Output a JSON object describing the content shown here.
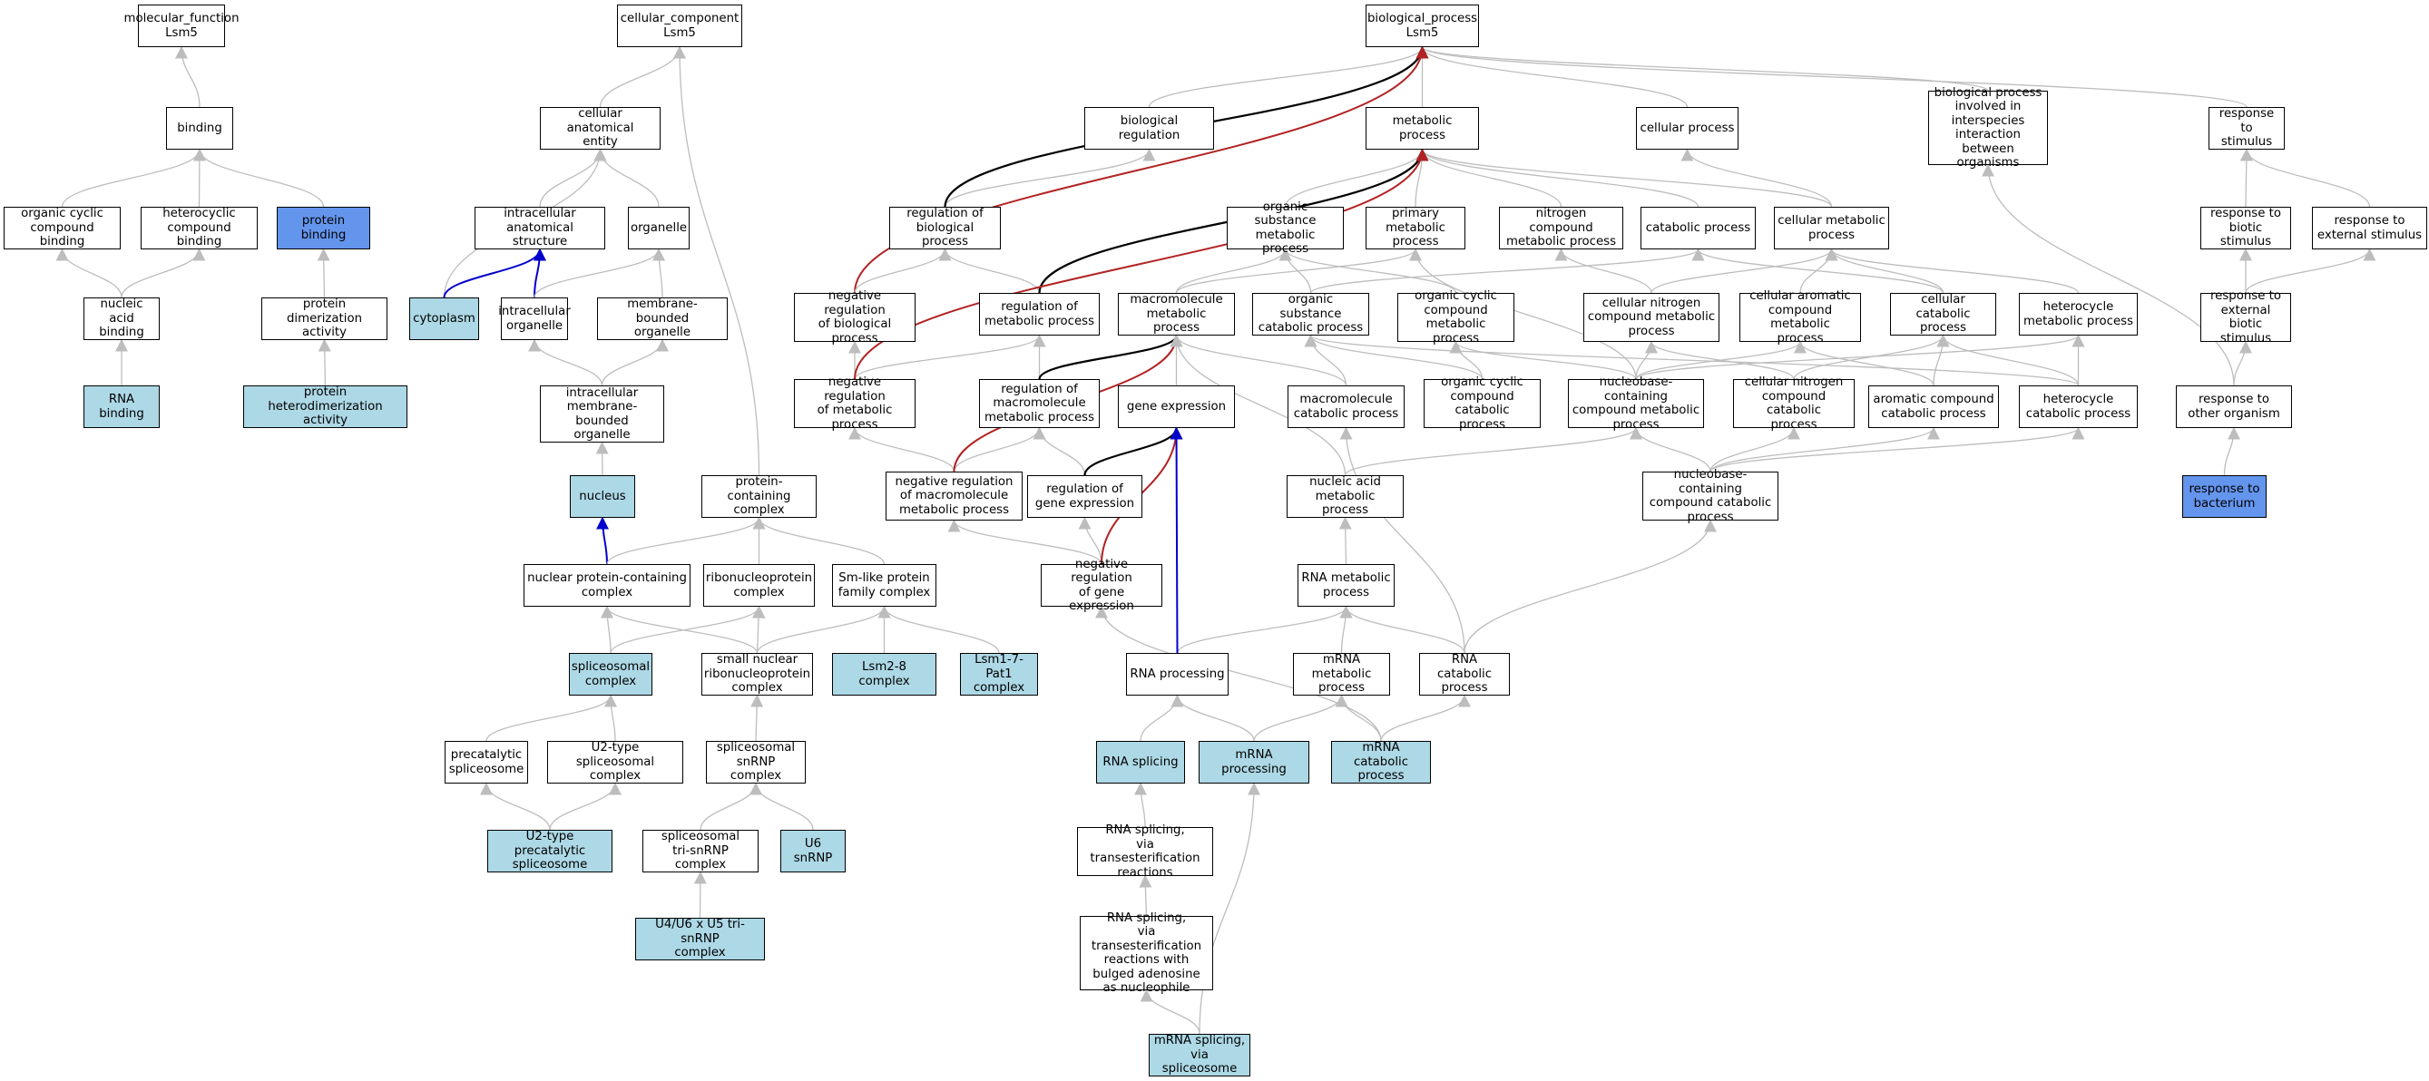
{
  "colors": {
    "node_fill": "#ffffff",
    "annotated_fill": "#add8e6",
    "direct_fill": "#6495ed",
    "border": "#000000",
    "is_a_edge": "#bdbdbd",
    "regulates_edge": "#000000",
    "negatively_regulates_edge": "#b22222",
    "part_of_edge": "#0000cd"
  },
  "nodes": [
    {
      "id": "mf",
      "label": "molecular_function\nLsm5",
      "style": "plain"
    },
    {
      "id": "binding",
      "label": "binding",
      "style": "plain"
    },
    {
      "id": "ocb",
      "label": "organic cyclic\ncompound binding",
      "style": "plain"
    },
    {
      "id": "hcb",
      "label": "heterocyclic\ncompound binding",
      "style": "plain"
    },
    {
      "id": "protbind",
      "label": "protein binding",
      "style": "direct"
    },
    {
      "id": "nab",
      "label": "nucleic acid\nbinding",
      "style": "plain"
    },
    {
      "id": "pda",
      "label": "protein dimerization\nactivity",
      "style": "plain"
    },
    {
      "id": "rnab",
      "label": "RNA binding",
      "style": "annotated"
    },
    {
      "id": "phda",
      "label": "protein heterodimerization\nactivity",
      "style": "annotated"
    },
    {
      "id": "cc",
      "label": "cellular_component\nLsm5",
      "style": "plain"
    },
    {
      "id": "cae",
      "label": "cellular anatomical\nentity",
      "style": "plain"
    },
    {
      "id": "ias",
      "label": "intracellular\nanatomical structure",
      "style": "plain"
    },
    {
      "id": "organelle",
      "label": "organelle",
      "style": "plain"
    },
    {
      "id": "cytoplasm",
      "label": "cytoplasm",
      "style": "annotated"
    },
    {
      "id": "io",
      "label": "intracellular\norganelle",
      "style": "plain"
    },
    {
      "id": "mbo",
      "label": "membrane-bounded\norganelle",
      "style": "plain"
    },
    {
      "id": "imbo",
      "label": "intracellular\nmembrane-bounded\norganelle",
      "style": "plain"
    },
    {
      "id": "nucleus",
      "label": "nucleus",
      "style": "annotated"
    },
    {
      "id": "pcc",
      "label": "protein-containing\ncomplex",
      "style": "plain"
    },
    {
      "id": "npcc",
      "label": "nuclear protein-containing\ncomplex",
      "style": "plain"
    },
    {
      "id": "rnpc",
      "label": "ribonucleoprotein\ncomplex",
      "style": "plain"
    },
    {
      "id": "smlike",
      "label": "Sm-like protein\nfamily complex",
      "style": "plain"
    },
    {
      "id": "spliceo",
      "label": "spliceosomal\ncomplex",
      "style": "annotated"
    },
    {
      "id": "snrnp",
      "label": "small nuclear\nribonucleoprotein\ncomplex",
      "style": "plain"
    },
    {
      "id": "lsm28",
      "label": "Lsm2-8 complex",
      "style": "annotated"
    },
    {
      "id": "lsm17",
      "label": "Lsm1-7-Pat1\ncomplex",
      "style": "annotated"
    },
    {
      "id": "precat",
      "label": "precatalytic\nspliceosome",
      "style": "plain"
    },
    {
      "id": "u2type",
      "label": "U2-type spliceosomal\ncomplex",
      "style": "plain"
    },
    {
      "id": "ssnrnp",
      "label": "spliceosomal\nsnRNP complex",
      "style": "plain"
    },
    {
      "id": "u2precat",
      "label": "U2-type precatalytic\nspliceosome",
      "style": "annotated"
    },
    {
      "id": "tri",
      "label": "spliceosomal\ntri-snRNP complex",
      "style": "plain"
    },
    {
      "id": "u6",
      "label": "U6 snRNP",
      "style": "annotated"
    },
    {
      "id": "u4u6",
      "label": "U4/U6 x U5 tri-snRNP\ncomplex",
      "style": "annotated"
    },
    {
      "id": "bp",
      "label": "biological_process\nLsm5",
      "style": "plain"
    },
    {
      "id": "bioreg",
      "label": "biological regulation",
      "style": "plain"
    },
    {
      "id": "metab",
      "label": "metabolic process",
      "style": "plain"
    },
    {
      "id": "cellproc",
      "label": "cellular process",
      "style": "plain"
    },
    {
      "id": "interspecies",
      "label": "biological process\ninvolved in\ninterspecies\ninteraction\nbetween organisms",
      "style": "plain"
    },
    {
      "id": "rts",
      "label": "response to\nstimulus",
      "style": "plain"
    },
    {
      "id": "regbp",
      "label": "regulation of\nbiological process",
      "style": "plain"
    },
    {
      "id": "osmp",
      "label": "organic substance\nmetabolic process",
      "style": "plain"
    },
    {
      "id": "pmp",
      "label": "primary metabolic\nprocess",
      "style": "plain"
    },
    {
      "id": "ncmp",
      "label": "nitrogen compound\nmetabolic process",
      "style": "plain"
    },
    {
      "id": "catab",
      "label": "catabolic process",
      "style": "plain"
    },
    {
      "id": "cmp",
      "label": "cellular metabolic\nprocess",
      "style": "plain"
    },
    {
      "id": "rtbs",
      "label": "response to\nbiotic stimulus",
      "style": "plain"
    },
    {
      "id": "rtes",
      "label": "response to\nexternal stimulus",
      "style": "plain"
    },
    {
      "id": "nrbp",
      "label": "negative regulation\nof biological\nprocess",
      "style": "plain"
    },
    {
      "id": "regmp",
      "label": "regulation of\nmetabolic process",
      "style": "plain"
    },
    {
      "id": "mmp",
      "label": "macromolecule\nmetabolic process",
      "style": "plain"
    },
    {
      "id": "oscp",
      "label": "organic substance\ncatabolic process",
      "style": "plain"
    },
    {
      "id": "occmp",
      "label": "organic cyclic\ncompound metabolic\nprocess",
      "style": "plain"
    },
    {
      "id": "cncmp",
      "label": "cellular nitrogen\ncompound metabolic\nprocess",
      "style": "plain"
    },
    {
      "id": "cacmp",
      "label": "cellular aromatic\ncompound metabolic\nprocess",
      "style": "plain"
    },
    {
      "id": "ccp",
      "label": "cellular catabolic\nprocess",
      "style": "plain"
    },
    {
      "id": "hmp",
      "label": "heterocycle\nmetabolic process",
      "style": "plain"
    },
    {
      "id": "rtebs",
      "label": "response to\nexternal biotic\nstimulus",
      "style": "plain"
    },
    {
      "id": "nrmp",
      "label": "negative regulation\nof metabolic\nprocess",
      "style": "plain"
    },
    {
      "id": "regmmp",
      "label": "regulation of\nmacromolecule\nmetabolic process",
      "style": "plain"
    },
    {
      "id": "geneexp",
      "label": "gene expression",
      "style": "plain"
    },
    {
      "id": "mcp",
      "label": "macromolecule\ncatabolic process",
      "style": "plain"
    },
    {
      "id": "occcp",
      "label": "organic cyclic\ncompound catabolic\nprocess",
      "style": "plain"
    },
    {
      "id": "nbccmp",
      "label": "nucleobase-containing\ncompound metabolic\nprocess",
      "style": "plain"
    },
    {
      "id": "cnccp",
      "label": "cellular nitrogen\ncompound catabolic\nprocess",
      "style": "plain"
    },
    {
      "id": "accp",
      "label": "aromatic compound\ncatabolic process",
      "style": "plain"
    },
    {
      "id": "hcp",
      "label": "heterocycle\ncatabolic process",
      "style": "plain"
    },
    {
      "id": "rtoo",
      "label": "response to\nother organism",
      "style": "plain"
    },
    {
      "id": "nrmmp",
      "label": "negative regulation\nof macromolecule\nmetabolic process",
      "style": "plain"
    },
    {
      "id": "rge",
      "label": "regulation of\ngene expression",
      "style": "plain"
    },
    {
      "id": "namp",
      "label": "nucleic acid\nmetabolic process",
      "style": "plain"
    },
    {
      "id": "nbcccp",
      "label": "nucleobase-containing\ncompound catabolic\nprocess",
      "style": "plain"
    },
    {
      "id": "rtbact",
      "label": "response to\nbacterium",
      "style": "direct"
    },
    {
      "id": "nrge",
      "label": "negative regulation\nof gene expression",
      "style": "plain"
    },
    {
      "id": "rnamp",
      "label": "RNA metabolic\nprocess",
      "style": "plain"
    },
    {
      "id": "rnaproc",
      "label": "RNA processing",
      "style": "plain"
    },
    {
      "id": "mrnamp",
      "label": "mRNA metabolic\nprocess",
      "style": "plain"
    },
    {
      "id": "rnacp",
      "label": "RNA catabolic\nprocess",
      "style": "plain"
    },
    {
      "id": "rnasplice",
      "label": "RNA splicing",
      "style": "annotated"
    },
    {
      "id": "mrnaproc",
      "label": "mRNA processing",
      "style": "annotated"
    },
    {
      "id": "mrnacp",
      "label": "mRNA catabolic\nprocess",
      "style": "annotated"
    },
    {
      "id": "rsvt",
      "label": "RNA splicing,\nvia transesterification\nreactions",
      "style": "plain"
    },
    {
      "id": "rsvtb",
      "label": "RNA splicing,\nvia transesterification\nreactions with\nbulged adenosine\nas nucleophile",
      "style": "plain"
    },
    {
      "id": "mrnasplice",
      "label": "mRNA splicing,\nvia spliceosome",
      "style": "annotated"
    }
  ],
  "edges": [
    [
      "binding",
      "mf",
      "is_a"
    ],
    [
      "ocb",
      "binding",
      "is_a"
    ],
    [
      "hcb",
      "binding",
      "is_a"
    ],
    [
      "protbind",
      "binding",
      "is_a"
    ],
    [
      "nab",
      "ocb",
      "is_a"
    ],
    [
      "nab",
      "hcb",
      "is_a"
    ],
    [
      "pda",
      "protbind",
      "is_a"
    ],
    [
      "rnab",
      "nab",
      "is_a"
    ],
    [
      "phda",
      "pda",
      "is_a"
    ],
    [
      "cae",
      "cc",
      "is_a"
    ],
    [
      "pcc",
      "cc",
      "is_a"
    ],
    [
      "ias",
      "cae",
      "is_a"
    ],
    [
      "organelle",
      "cae",
      "is_a"
    ],
    [
      "cytoplasm",
      "cae",
      "is_a"
    ],
    [
      "cytoplasm",
      "ias",
      "part_of"
    ],
    [
      "io",
      "ias",
      "part_of"
    ],
    [
      "io",
      "organelle",
      "is_a"
    ],
    [
      "mbo",
      "organelle",
      "is_a"
    ],
    [
      "imbo",
      "io",
      "is_a"
    ],
    [
      "imbo",
      "mbo",
      "is_a"
    ],
    [
      "nucleus",
      "imbo",
      "is_a"
    ],
    [
      "npcc",
      "nucleus",
      "part_of"
    ],
    [
      "npcc",
      "pcc",
      "is_a"
    ],
    [
      "rnpc",
      "pcc",
      "is_a"
    ],
    [
      "smlike",
      "pcc",
      "is_a"
    ],
    [
      "spliceo",
      "npcc",
      "is_a"
    ],
    [
      "spliceo",
      "rnpc",
      "is_a"
    ],
    [
      "snrnp",
      "npcc",
      "is_a"
    ],
    [
      "snrnp",
      "rnpc",
      "is_a"
    ],
    [
      "snrnp",
      "smlike",
      "is_a"
    ],
    [
      "lsm28",
      "smlike",
      "is_a"
    ],
    [
      "lsm17",
      "smlike",
      "is_a"
    ],
    [
      "precat",
      "spliceo",
      "is_a"
    ],
    [
      "u2type",
      "spliceo",
      "is_a"
    ],
    [
      "u2precat",
      "precat",
      "is_a"
    ],
    [
      "u2precat",
      "u2type",
      "is_a"
    ],
    [
      "ssnrnp",
      "snrnp",
      "is_a"
    ],
    [
      "tri",
      "ssnrnp",
      "is_a"
    ],
    [
      "u6",
      "ssnrnp",
      "is_a"
    ],
    [
      "u4u6",
      "tri",
      "is_a"
    ],
    [
      "bioreg",
      "bp",
      "is_a"
    ],
    [
      "metab",
      "bp",
      "is_a"
    ],
    [
      "cellproc",
      "bp",
      "is_a"
    ],
    [
      "interspecies",
      "bp",
      "is_a"
    ],
    [
      "rts",
      "bp",
      "is_a"
    ],
    [
      "regbp",
      "bioreg",
      "is_a"
    ],
    [
      "regbp",
      "bp",
      "regulates"
    ],
    [
      "nrbp",
      "bp",
      "negatively_regulates"
    ],
    [
      "nrbp",
      "regbp",
      "is_a"
    ],
    [
      "osmp",
      "metab",
      "is_a"
    ],
    [
      "pmp",
      "metab",
      "is_a"
    ],
    [
      "ncmp",
      "metab",
      "is_a"
    ],
    [
      "catab",
      "metab",
      "is_a"
    ],
    [
      "cmp",
      "metab",
      "is_a"
    ],
    [
      "cmp",
      "cellproc",
      "is_a"
    ],
    [
      "rtbs",
      "rts",
      "is_a"
    ],
    [
      "rtes",
      "rts",
      "is_a"
    ],
    [
      "rtebs",
      "rtbs",
      "is_a"
    ],
    [
      "rtebs",
      "rtes",
      "is_a"
    ],
    [
      "rtoo",
      "rtebs",
      "is_a"
    ],
    [
      "rtoo",
      "interspecies",
      "is_a"
    ],
    [
      "rtbact",
      "rtoo",
      "is_a"
    ],
    [
      "regmp",
      "regbp",
      "is_a"
    ],
    [
      "regmp",
      "metab",
      "regulates"
    ],
    [
      "nrmp",
      "regmp",
      "is_a"
    ],
    [
      "nrmp",
      "nrbp",
      "is_a"
    ],
    [
      "nrmp",
      "metab",
      "negatively_regulates"
    ],
    [
      "mmp",
      "osmp",
      "is_a"
    ],
    [
      "mmp",
      "pmp",
      "is_a"
    ],
    [
      "oscp",
      "osmp",
      "is_a"
    ],
    [
      "oscp",
      "catab",
      "is_a"
    ],
    [
      "occmp",
      "osmp",
      "is_a"
    ],
    [
      "cncmp",
      "ncmp",
      "is_a"
    ],
    [
      "cncmp",
      "cmp",
      "is_a"
    ],
    [
      "cacmp",
      "cmp",
      "is_a"
    ],
    [
      "ccp",
      "cmp",
      "is_a"
    ],
    [
      "ccp",
      "catab",
      "is_a"
    ],
    [
      "hmp",
      "cmp",
      "is_a"
    ],
    [
      "regmmp",
      "regmp",
      "is_a"
    ],
    [
      "regmmp",
      "mmp",
      "regulates"
    ],
    [
      "nrmmp",
      "regmmp",
      "is_a"
    ],
    [
      "nrmmp",
      "nrmp",
      "is_a"
    ],
    [
      "nrmmp",
      "mmp",
      "negatively_regulates"
    ],
    [
      "geneexp",
      "mmp",
      "is_a"
    ],
    [
      "mcp",
      "mmp",
      "is_a"
    ],
    [
      "mcp",
      "oscp",
      "is_a"
    ],
    [
      "occcp",
      "occmp",
      "is_a"
    ],
    [
      "occcp",
      "oscp",
      "is_a"
    ],
    [
      "nbccmp",
      "cncmp",
      "is_a"
    ],
    [
      "nbccmp",
      "cacmp",
      "is_a"
    ],
    [
      "nbccmp",
      "hmp",
      "is_a"
    ],
    [
      "nbccmp",
      "occmp",
      "is_a"
    ],
    [
      "nbccmp",
      "pmp",
      "is_a"
    ],
    [
      "cnccp",
      "cncmp",
      "is_a"
    ],
    [
      "cnccp",
      "ccp",
      "is_a"
    ],
    [
      "accp",
      "cacmp",
      "is_a"
    ],
    [
      "accp",
      "ccp",
      "is_a"
    ],
    [
      "hcp",
      "hmp",
      "is_a"
    ],
    [
      "hcp",
      "ccp",
      "is_a"
    ],
    [
      "hcp",
      "oscp",
      "is_a"
    ],
    [
      "rge",
      "regmmp",
      "is_a"
    ],
    [
      "rge",
      "geneexp",
      "regulates"
    ],
    [
      "nrge",
      "rge",
      "is_a"
    ],
    [
      "nrge",
      "nrmmp",
      "is_a"
    ],
    [
      "nrge",
      "geneexp",
      "negatively_regulates"
    ],
    [
      "namp",
      "mmp",
      "is_a"
    ],
    [
      "namp",
      "nbccmp",
      "is_a"
    ],
    [
      "nbcccp",
      "nbccmp",
      "is_a"
    ],
    [
      "nbcccp",
      "cnccp",
      "is_a"
    ],
    [
      "nbcccp",
      "accp",
      "is_a"
    ],
    [
      "nbcccp",
      "hcp",
      "is_a"
    ],
    [
      "rnamp",
      "namp",
      "is_a"
    ],
    [
      "rnaproc",
      "rnamp",
      "is_a"
    ],
    [
      "rnaproc",
      "geneexp",
      "part_of"
    ],
    [
      "mrnamp",
      "rnamp",
      "is_a"
    ],
    [
      "rnacp",
      "rnamp",
      "is_a"
    ],
    [
      "rnacp",
      "mcp",
      "is_a"
    ],
    [
      "rnacp",
      "nbcccp",
      "is_a"
    ],
    [
      "rnasplice",
      "rnaproc",
      "is_a"
    ],
    [
      "mrnaproc",
      "rnaproc",
      "is_a"
    ],
    [
      "mrnaproc",
      "mrnamp",
      "is_a"
    ],
    [
      "mrnacp",
      "mrnamp",
      "is_a"
    ],
    [
      "mrnacp",
      "rnacp",
      "is_a"
    ],
    [
      "mrnacp",
      "nrge",
      "is_a"
    ],
    [
      "rsvt",
      "rnasplice",
      "is_a"
    ],
    [
      "rsvtb",
      "rsvt",
      "is_a"
    ],
    [
      "mrnasplice",
      "rsvtb",
      "is_a"
    ],
    [
      "mrnasplice",
      "mrnaproc",
      "is_a"
    ]
  ]
}
